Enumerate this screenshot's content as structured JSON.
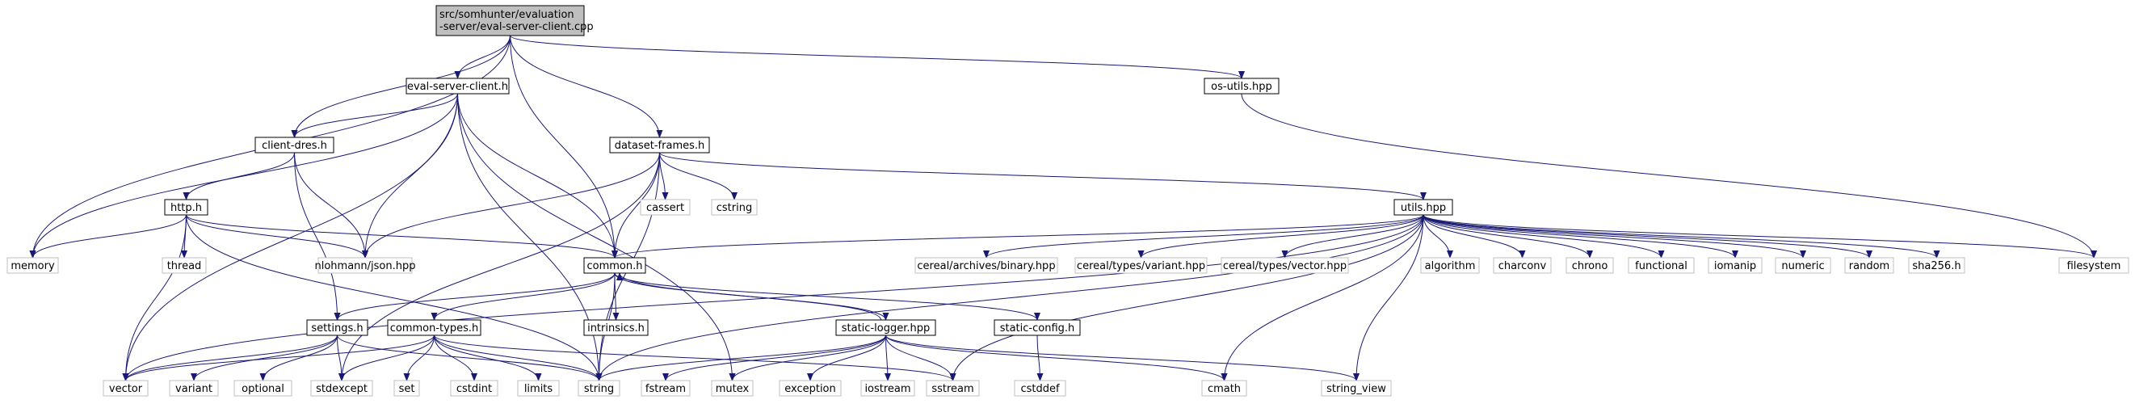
{
  "colors": {
    "edge": "#191970",
    "node_border": "#000000",
    "external_border": "#bfbfbf",
    "root_fill": "#bfbfbf",
    "node_fill": "#ffffff",
    "text": "#000000"
  },
  "root": {
    "line1": "src/somhunter/evaluation",
    "line2": "-server/eval-server-client.cpp"
  },
  "nodes": {
    "eval_server_client": "eval-server-client.h",
    "os_utils": "os-utils.hpp",
    "client_dres": "client-dres.h",
    "dataset_frames": "dataset-frames.h",
    "utils": "utils.hpp",
    "http": "http.h",
    "cassert": "cassert",
    "cstring": "cstring",
    "memory": "memory",
    "thread": "thread",
    "nlohmann_json": "nlohmann/json.hpp",
    "common": "common.h",
    "cereal_binary": "cereal/archives/binary.hpp",
    "cereal_variant": "cereal/types/variant.hpp",
    "cereal_vector": "cereal/types/vector.hpp",
    "algorithm": "algorithm",
    "charconv": "charconv",
    "chrono": "chrono",
    "functional": "functional",
    "iomanip": "iomanip",
    "numeric": "numeric",
    "random": "random",
    "sha256": "sha256.h",
    "filesystem": "filesystem",
    "settings": "settings.h",
    "common_types": "common-types.h",
    "intrinsics": "intrinsics.h",
    "static_logger": "static-logger.hpp",
    "static_config": "static-config.h",
    "vector": "vector",
    "variant": "variant",
    "optional": "optional",
    "stdexcept": "stdexcept",
    "set": "set",
    "cstdint": "cstdint",
    "limits": "limits",
    "string": "string",
    "fstream": "fstream",
    "mutex": "mutex",
    "exception": "exception",
    "iostream": "iostream",
    "sstream": "sstream",
    "cmath": "cmath",
    "string_view": "string_view",
    "cstddef": "cstddef"
  }
}
